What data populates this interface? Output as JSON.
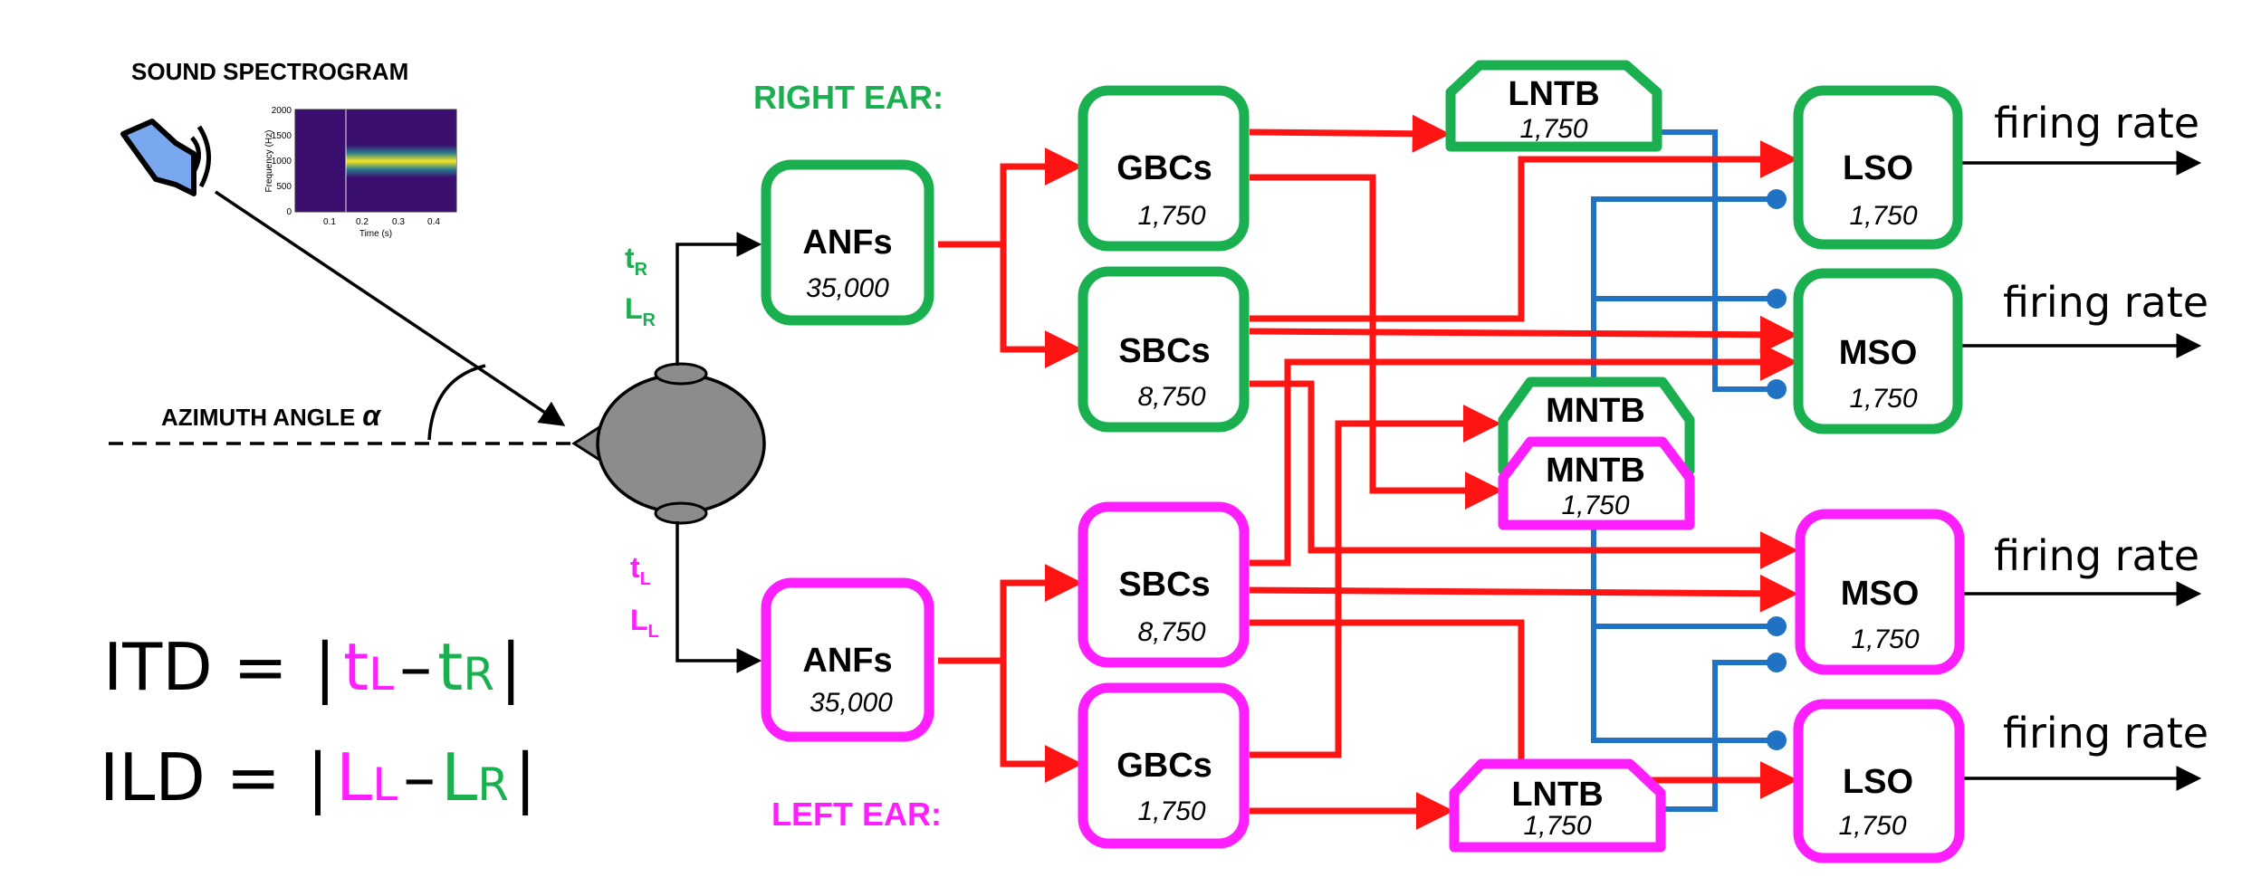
{
  "colors": {
    "right": "#1aaf4f",
    "left": "#ff1eff",
    "excit": "#ff1414",
    "inhib": "#1f72c4",
    "neutral": "#000000",
    "head": "#8c8c8c"
  },
  "spectrogram": {
    "title": "SOUND SPECTROGRAM",
    "ylabel": "Frequency (Hz)",
    "xlabel": "Time (s)",
    "yticks": [
      "2000",
      "1500",
      "1000",
      "500",
      "0"
    ],
    "xticks": [
      "0.1",
      "0.2",
      "0.3",
      "0.4"
    ]
  },
  "azimuth_label": "AZIMUTH ANGLE",
  "alpha_symbol": "α",
  "ears": {
    "right_title": "RIGHT EAR:",
    "left_title": "LEFT EAR:",
    "tR": "t",
    "tR_sub": "R",
    "LR": "L",
    "LR_sub": "R",
    "tL": "t",
    "tL_sub": "L",
    "LL": "L",
    "LL_sub": "L"
  },
  "formulas": {
    "itd_label": "ITD = ",
    "ild_label": "ILD = ",
    "bar": "|",
    "minus": "–",
    "t": "t",
    "L": "L",
    "sub_L": "L",
    "sub_R": "R"
  },
  "nodes": {
    "anf_r": {
      "name": "ANFs",
      "count": "35,000"
    },
    "gbc_r": {
      "name": "GBCs",
      "count": "1,750"
    },
    "sbc_r": {
      "name": "SBCs",
      "count": "8,750"
    },
    "lntb_r": {
      "name": "LNTB",
      "count": "1,750"
    },
    "mntb_r": {
      "name": "MNTB"
    },
    "mntb_l": {
      "name": "MNTB",
      "count": "1,750"
    },
    "lso_r": {
      "name": "LSO",
      "count": "1,750"
    },
    "mso_r": {
      "name": "MSO",
      "count": "1,750"
    },
    "anf_l": {
      "name": "ANFs",
      "count": "35,000"
    },
    "sbc_l": {
      "name": "SBCs",
      "count": "8,750"
    },
    "gbc_l": {
      "name": "GBCs",
      "count": "1,750"
    },
    "lntb_l": {
      "name": "LNTB",
      "count": "1,750"
    },
    "mso_l": {
      "name": "MSO",
      "count": "1,750"
    },
    "lso_l": {
      "name": "LSO",
      "count": "1,750"
    }
  },
  "outputs": {
    "lso_r": "firing rate",
    "mso_r": "firing rate",
    "mso_l": "firing rate",
    "lso_l": "firing rate"
  }
}
